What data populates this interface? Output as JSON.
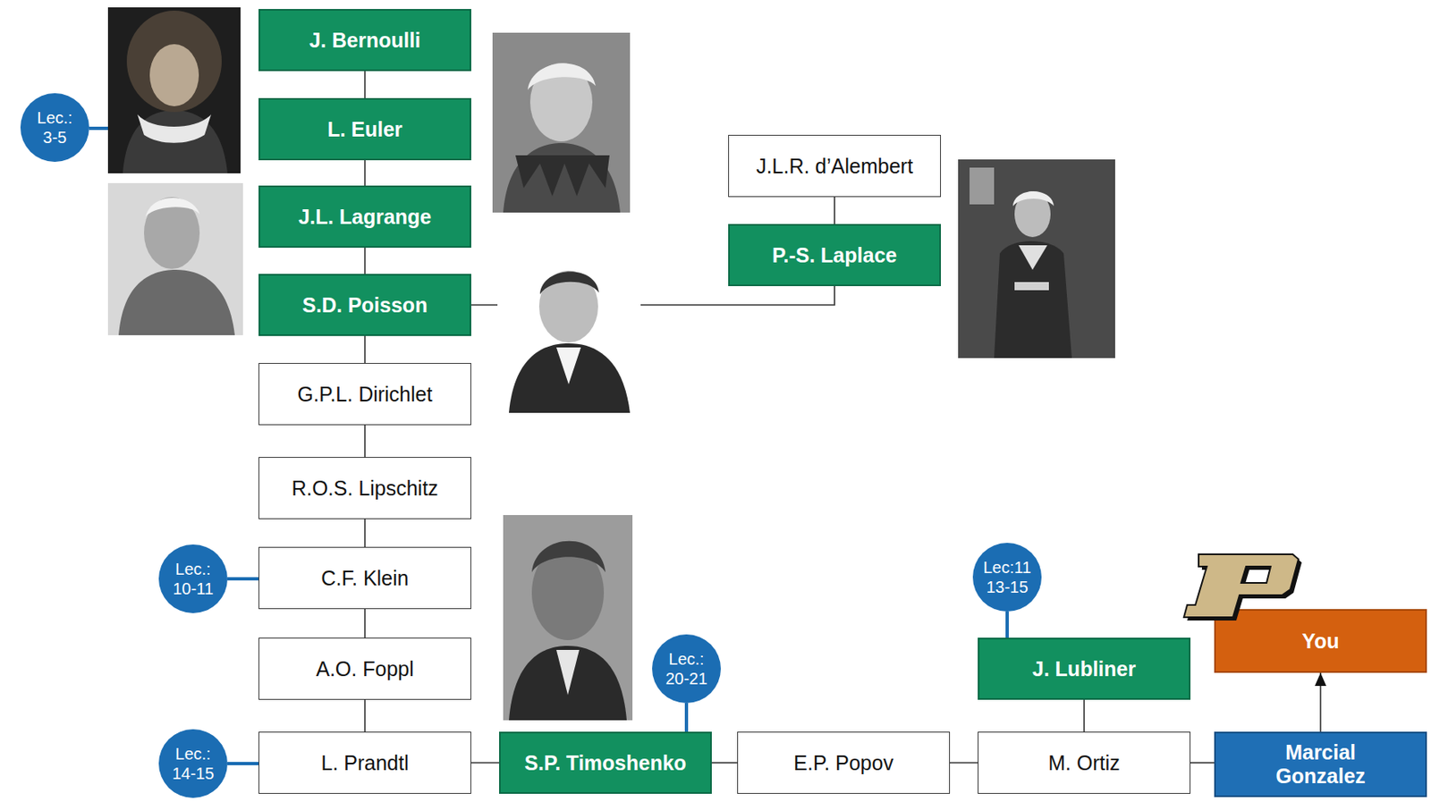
{
  "diagram": {
    "nodes": [
      {
        "text": [
          "J. Bernoulli"
        ]
      },
      {
        "text": [
          "Lec.: 3-5"
        ]
      },
      {
        "text": [
          "L. Euler"
        ]
      },
      {
        "text": [
          "J.L.R. d’Alembert"
        ]
      },
      {
        "text": [
          "J.L. Lagrange"
        ]
      },
      {
        "text": [
          "P.-S. Laplace"
        ]
      },
      {
        "text": [
          "S.D. Poisson"
        ]
      },
      {
        "text": [
          "G.P.L. Dirichlet"
        ]
      },
      {
        "text": [
          "R.O.S. Lipschitz"
        ]
      },
      {
        "text": [
          "Lec.: 10-11"
        ]
      },
      {
        "text": [
          "C.F. Klein"
        ]
      },
      {
        "text": [
          "Lec:11 13-15"
        ]
      },
      {
        "text": [
          "You"
        ]
      },
      {
        "text": [
          "A.O. Foppl"
        ]
      },
      {
        "text": [
          "Lec.: 20-21"
        ]
      },
      {
        "text": [
          "J. Lubliner"
        ]
      },
      {
        "text": [
          "Lec.: 14-15"
        ]
      },
      {
        "text": [
          "L. Prandtl"
        ]
      },
      {
        "text": [
          "S.P. Timoshenko"
        ]
      },
      {
        "text": [
          "E.P.  Popov"
        ]
      },
      {
        "text": [
          "M. Ortiz"
        ]
      },
      {
        "text": [
          "Marcial Gonzalez"
        ]
      }
    ],
    "edges": [
      {
        "from": 0,
        "to": 2,
        "arrow": "none"
      },
      {
        "from": 2,
        "to": 4,
        "arrow": "none"
      },
      {
        "from": 4,
        "to": 6,
        "arrow": "none"
      },
      {
        "from": 3,
        "to": 5,
        "arrow": "none"
      },
      {
        "from": 5,
        "to": 6,
        "arrow": "none"
      },
      {
        "from": 6,
        "to": 7,
        "arrow": "none"
      },
      {
        "from": 7,
        "to": 8,
        "arrow": "none"
      },
      {
        "from": 8,
        "to": 10,
        "arrow": "none"
      },
      {
        "from": 10,
        "to": 13,
        "arrow": "none"
      },
      {
        "from": 13,
        "to": 17,
        "arrow": "none"
      },
      {
        "from": 9,
        "to": 10,
        "arrow": "none"
      },
      {
        "from": 16,
        "to": 17,
        "arrow": "none"
      },
      {
        "from": 14,
        "to": 18,
        "arrow": "none"
      },
      {
        "from": 11,
        "to": 15,
        "arrow": "none"
      },
      {
        "from": 17,
        "to": 18,
        "arrow": "none"
      },
      {
        "from": 18,
        "to": 19,
        "arrow": "none"
      },
      {
        "from": 19,
        "to": 20,
        "arrow": "none"
      },
      {
        "from": 15,
        "to": 20,
        "arrow": "none"
      },
      {
        "from": 20,
        "to": 21,
        "arrow": "none"
      },
      {
        "from": 21,
        "to": 12,
        "arrow": "to"
      }
    ]
  }
}
